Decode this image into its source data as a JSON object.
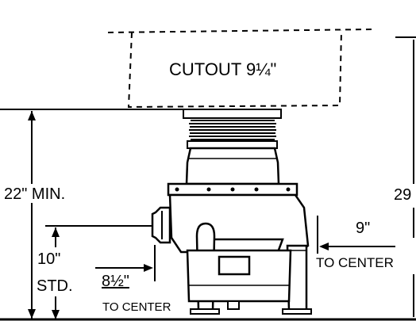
{
  "labels": {
    "cutout": "CUTOUT 9¼\"",
    "min_height": "22\" MIN.",
    "std_height": "10\"",
    "std": "STD.",
    "inlet_offset": "8½\"",
    "inlet_to_center": "TO CENTER",
    "side_offset": "9\"",
    "side_to_center": "TO CENTER",
    "right_partial": "29"
  },
  "colors": {
    "ink": "#000000",
    "paper": "#ffffff",
    "motor_fill": "#e6e6e6"
  }
}
